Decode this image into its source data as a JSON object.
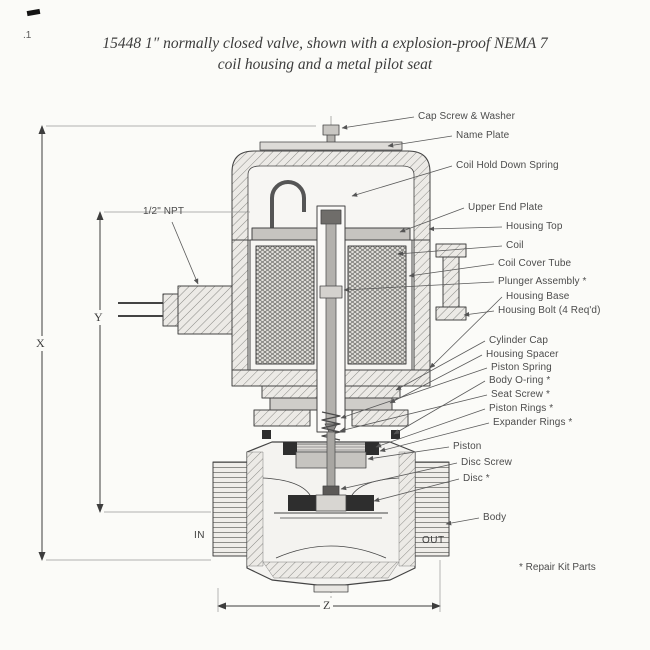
{
  "page": {
    "corner_mark": ".1"
  },
  "title": {
    "line1": "15448 1″ normally closed valve, shown with a explosion-proof NEMA 7",
    "line2": "coil housing and a metal pilot seat"
  },
  "npt_label": "1/2\" NPT",
  "part_labels": [
    "Cap Screw & Washer",
    "Name Plate",
    "Coil Hold Down Spring",
    "Upper End Plate",
    "Housing Top",
    "Coil",
    "Coil Cover Tube",
    "Plunger Assembly *",
    "Housing Base",
    "Housing Bolt (4 Req'd)",
    "Cylinder Cap",
    "Housing Spacer",
    "Piston Spring",
    "Body O-ring *",
    "Seat Screw *",
    "Piston Rings *",
    "Expander Rings *",
    "Piston",
    "Disc Screw",
    "Disc *",
    "Body"
  ],
  "dimensions": {
    "x": "X",
    "y": "Y",
    "z": "Z"
  },
  "ports": {
    "in": "IN",
    "out": "OUT"
  },
  "note": "* Repair Kit Parts"
}
